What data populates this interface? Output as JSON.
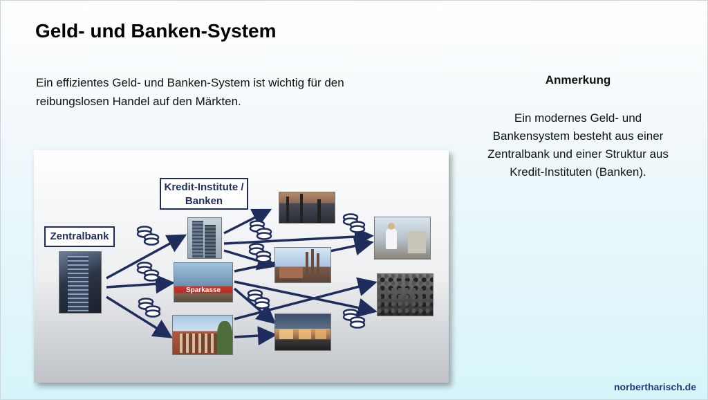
{
  "slide": {
    "title": "Geld- und Banken-System",
    "intro": "Ein effizientes Geld- und Banken-System ist wichtig für den reibungslosen Handel auf den Märkten.",
    "note_heading": "Anmerkung",
    "note_text": "Ein modernes Geld- und Bankensystem besteht aus einer Zentralbank und einer Struktur aus Kredit-Instituten (Banken).",
    "footer": "norbertharisch.de"
  },
  "diagram": {
    "central_bank_label": "Zentralbank",
    "credit_institutes_label_line1": "Kredit-Institute /",
    "credit_institutes_label_line2": "Banken",
    "bank_sign_text": "Sparkasse",
    "colors": {
      "arrow": "#1f2d5c",
      "coin": "#1f2d5c"
    },
    "icons": [
      "coin-stack-icon"
    ],
    "photos": [
      "ecb-tower-photo",
      "bank-towers-photo",
      "sparkasse-photo",
      "bank-office-photo",
      "industry-photo",
      "worker-photo",
      "power-plant-photo",
      "crowd-photo",
      "shopping-street-photo"
    ]
  }
}
